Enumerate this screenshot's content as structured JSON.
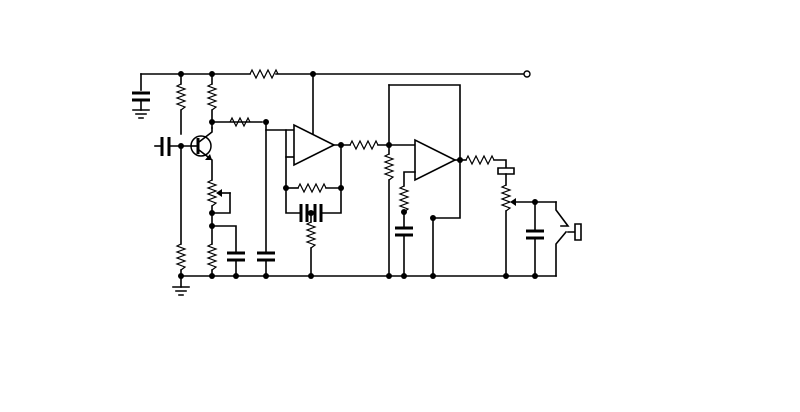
{
  "diagram": {
    "type": "circuit-schematic",
    "stroke_color": "#000000",
    "background_color": "#ffffff",
    "components": [
      "npn-transistor",
      "op-amp",
      "op-amp",
      "potentiometer",
      "potentiometer",
      "output-jack",
      "ground",
      "ground"
    ]
  }
}
